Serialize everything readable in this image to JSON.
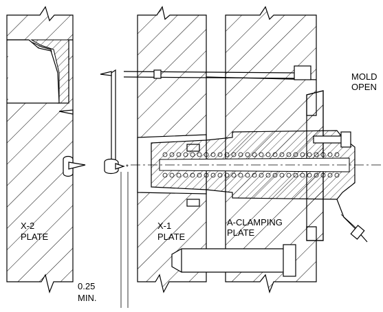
{
  "labels": {
    "x2_line1": "X-2",
    "x2_line2": "PLATE",
    "x1_line1": "X-1",
    "x1_line2": "PLATE",
    "a_line1": "A-CLAMPING",
    "a_line2": "PLATE",
    "mold_line1": "MOLD",
    "mold_line2": "OPEN",
    "gap_line1": "0.25",
    "gap_line2": "MIN."
  }
}
